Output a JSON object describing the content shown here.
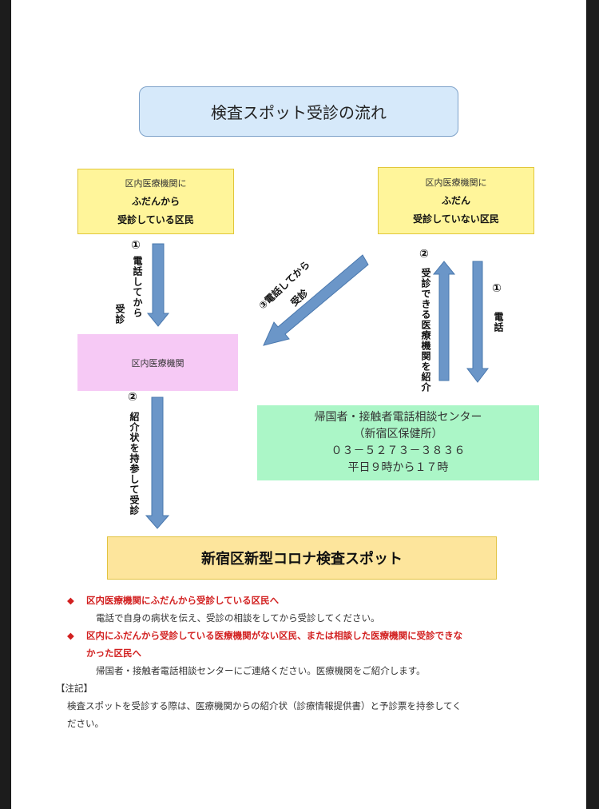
{
  "title": "検査スポット受診の流れ",
  "box_regular": {
    "line1": "区内医療機関に",
    "line2": "ふだんから",
    "line3": "受診している区民"
  },
  "box_nonregular": {
    "line1": "区内医療機関に",
    "line2": "ふだん",
    "line3": "受診していない区民"
  },
  "clinic": "区内医療機関",
  "center": {
    "line1": "帰国者・接触者電話相談センター",
    "line2": "（新宿区保健所）",
    "line3": "０３－５２７３－３８３６",
    "line4": "平日９時から１７時"
  },
  "spot": "新宿区新型コロナ検査スポット",
  "arrow_labels": {
    "a1_num": "①",
    "a1_main": "電話してから",
    "a1_sub": "受診",
    "a2_num": "②",
    "a2_text": "紹介状を持参して受診",
    "a3_line1": "③電話してから",
    "a3_line2": "受診",
    "b2_num": "②",
    "b2_text": "受診できる医療機関を紹介",
    "b1_num": "①",
    "b1_text": "電話"
  },
  "notes": {
    "bullet": "◆",
    "item1_heading": "区内医療機関にふだんから受診している区民へ",
    "item1_body": "電話で自身の病状を伝え、受診の相談をしてから受診してください。",
    "item2_heading_line1": "区内にふだんから受診している医療機関がない区民、または相談した医療機関に受診できな",
    "item2_heading_line2": "かった区民へ",
    "item2_body": "帰国者・接触者電話相談センターにご連絡ください。医療機関をご紹介します。",
    "memo_label": "【注記】",
    "memo_line1": "検査スポットを受診する際は、医療機関からの紹介状（診療情報提供書）と予診票を持参してく",
    "memo_line2": "ださい。"
  },
  "colors": {
    "arrow": "#6b96c8",
    "arrow_edge": "#4a78ae",
    "red": "#d22020"
  }
}
